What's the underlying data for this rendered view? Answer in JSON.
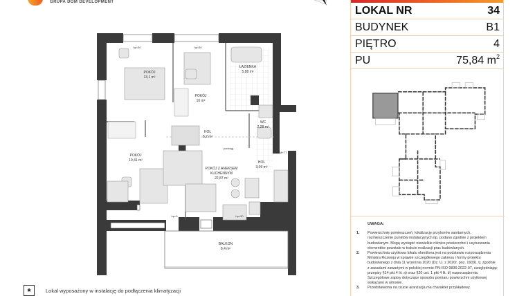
{
  "header": {
    "logo_text": "GRUPA DOM DEVELOPMENT",
    "brand_colors": [
      "#f5a623",
      "#ef5a24"
    ]
  },
  "info_panel": {
    "accent_gradient": [
      "#d8262a",
      "#ef6a23",
      "#f39c2a"
    ],
    "rows": [
      {
        "label": "LOKAL NR",
        "value": "34"
      },
      {
        "label": "BUDYNEK",
        "value": "B1"
      },
      {
        "label": "PIĘTRO",
        "value": "4"
      },
      {
        "label": "PU",
        "value": "75,84 m",
        "value_sup": "2"
      }
    ],
    "notes_title": "UWAGA:",
    "notes": [
      {
        "num": "1.",
        "text": "Powierzchnię pomieszczeń, lokalizację przyborów sanitarnych, rozmieszczenie punktów instalacyjnych itp. podano zgodnie z projektem budowlanym. Mogą wystąpić niewielkie różnice powierzchni i usytuowania elementów powstałe w trakcie realizacji prac budowlanych."
      },
      {
        "num": "2.",
        "text": "Powierzchnia użytkowa lokalu określona jest na podstawie rozporządzenia Ministra Rozwoju w sprawie szczegółowego zakresu i formy projektu budowlanego z dnia 11 września 2020 (Dz. U. z 2020r. poz. 1609), tj. zgodnie z zasadami zawartymi w polskiej normie PN-ISO 9836:2022-07, uwzględniając przepisy §14 pkt 4 lit. a) oraz §20 ust. 1 pkt 4 lit. b) rozporządzenia. Szczegółowe zapisy dotyczące sposobu pomiaru powierzchni użytkowej wskazano w umowie."
      },
      {
        "num": "3.",
        "text": "Przedstawiona na rzucie aranżacja ma charakter przykładowy."
      }
    ]
  },
  "floorplan": {
    "rooms": [
      {
        "name": "POKÓJ",
        "area": "13,1 m²"
      },
      {
        "name": "ŁAZIENKA",
        "area": "5,88 m²"
      },
      {
        "name": "POKÓJ",
        "area": "10 m²"
      },
      {
        "name": "WC",
        "area": "2,28 m²"
      },
      {
        "name": "HOL",
        "area": "8,2 m²"
      },
      {
        "name": "POKÓJ",
        "area": "10,41 m²"
      },
      {
        "name": "POKÓJ Z ANEKSEM",
        "name2": "KUCHENNYM",
        "area": "22,87 m²"
      },
      {
        "name": "HOL",
        "area": "3,09 m²"
      },
      {
        "name": "BALKON",
        "area": "8,4 m²"
      }
    ],
    "annotations": {
      "hp50": "hp=50",
      "hp0": "hp=0",
      "hp90": "hp=90",
      "podciag": "podciąg",
      "tm": "TM+TT"
    }
  },
  "legend": {
    "symbol": "*",
    "text": "Lokal wyposażony w instalację do podłączenia klimatyzacji"
  }
}
